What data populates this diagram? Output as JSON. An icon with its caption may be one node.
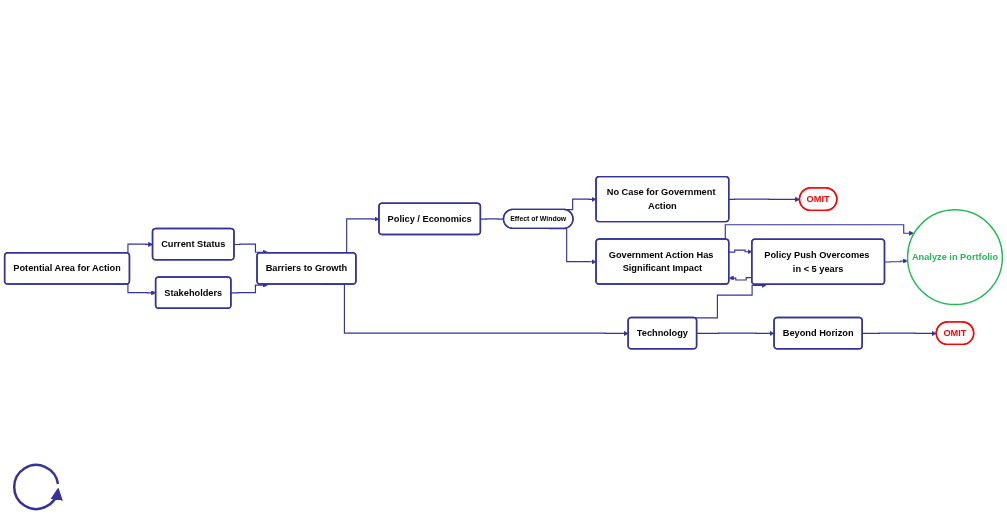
{
  "diagram": {
    "nodes": [
      {
        "text": [
          "Potential Area for Action"
        ]
      },
      {
        "text": [
          "Current Status"
        ]
      },
      {
        "text": [
          "Stakeholders"
        ]
      },
      {
        "text": [
          "Barriers to Growth"
        ]
      },
      {
        "text": [
          "Policy / Economics"
        ]
      },
      {
        "text": [
          "Technology"
        ]
      },
      {
        "text": [
          "Effect of Window"
        ]
      },
      {
        "text": [
          "No Case for Government Action"
        ]
      },
      {
        "text": [
          "Government Action Has Significant Impact"
        ]
      },
      {
        "text": [
          "OMIT"
        ]
      },
      {
        "text": [
          "Analyze in Portfolio"
        ]
      },
      {
        "text": [
          "Policy Push Overcomes in < 5 years"
        ]
      },
      {
        "text": [
          "Beyond Horizon"
        ]
      },
      {
        "text": [
          "OMIT"
        ]
      }
    ],
    "edges": [
      {
        "from": 0,
        "to": 1,
        "arrow": "to"
      },
      {
        "from": 0,
        "to": 2,
        "arrow": "to"
      },
      {
        "from": 1,
        "to": 3,
        "arrow": "to"
      },
      {
        "from": 2,
        "to": 3,
        "arrow": "to"
      },
      {
        "from": 3,
        "to": 4,
        "arrow": "to"
      },
      {
        "from": 3,
        "to": 5,
        "arrow": "to"
      },
      {
        "from": 4,
        "to": 6,
        "arrow": "none"
      },
      {
        "from": 6,
        "to": 7,
        "arrow": "to"
      },
      {
        "from": 6,
        "to": 8,
        "arrow": "to"
      },
      {
        "from": 7,
        "to": 9,
        "arrow": "to"
      },
      {
        "from": 8,
        "to": 10,
        "arrow": "to"
      },
      {
        "from": 5,
        "to": 11,
        "arrow": "to"
      },
      {
        "from": 5,
        "to": 12,
        "arrow": "to"
      },
      {
        "from": 8,
        "to": 11,
        "arrow": "to"
      },
      {
        "from": 11,
        "to": 8,
        "arrow": "to"
      },
      {
        "from": 11,
        "to": 10,
        "arrow": "to"
      },
      {
        "from": 12,
        "to": 13,
        "arrow": "to"
      }
    ]
  }
}
